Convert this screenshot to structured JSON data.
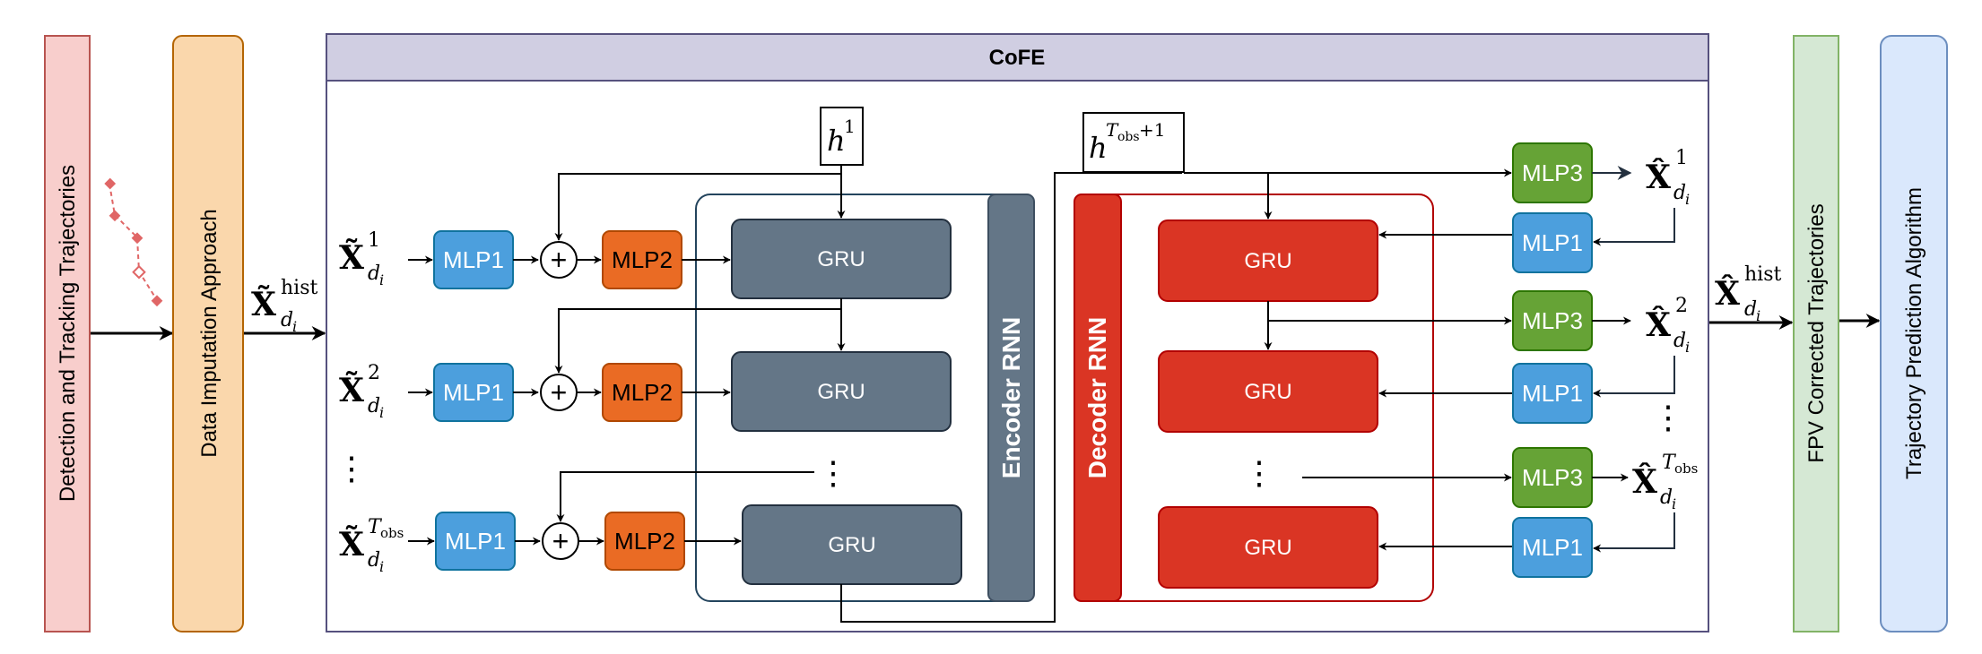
{
  "diagram": {
    "stages": {
      "detection": "Detection and Tracking Trajectories",
      "imputation": "Data Imputation Approach",
      "corrected": "FPV Corrected Trajectories",
      "prediction": "Trajectory Prediction Algorithm"
    },
    "cofe_title": "CoFE",
    "encoder_label": "Encoder RNN",
    "decoder_label": "Decoder RNN",
    "gru": "GRU",
    "mlp1": "MLP1",
    "mlp2": "MLP2",
    "mlp3": "MLP3",
    "plus": "+",
    "dots": "⋮",
    "math": {
      "X_tilde": "X̃",
      "X_hat": "X̂",
      "sub": "d",
      "sub_i": "i",
      "sup_hist": "hist",
      "sup_1": "1",
      "sup_2": "2",
      "sup_T": "T",
      "sup_obs": "obs",
      "h": "h",
      "h_sup_1": "1",
      "h_plus1": "+1"
    },
    "colors": {
      "detection_fill": "#f8cecc",
      "detection_stroke": "#b85450",
      "imputation_fill": "#fad7ac",
      "imputation_stroke": "#b46504",
      "cofe_header": "#d0cee2",
      "cofe_stroke": "#56517e",
      "corrected_fill": "#d5e8d4",
      "corrected_stroke": "#82b366",
      "prediction_fill": "#dae8fc",
      "prediction_stroke": "#6c8ebf",
      "mlp1": "#4c9fdd",
      "mlp2": "#ea6b24",
      "mlp3": "#66a336",
      "encoder_gru": "#647687",
      "decoder_gru": "#da3524"
    }
  }
}
